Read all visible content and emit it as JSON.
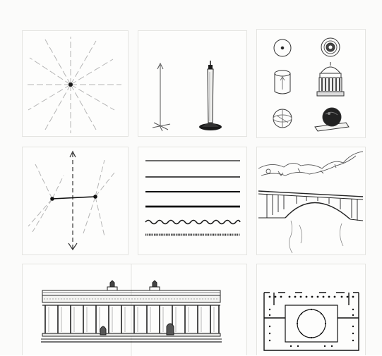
{
  "sheet": {
    "caption": "",
    "panels": [
      {
        "id": "radiating-point"
      },
      {
        "id": "vertical-line-and-column"
      },
      {
        "id": "geometric-solids"
      },
      {
        "id": "two-points-with-axis"
      },
      {
        "id": "line-weights"
      },
      {
        "id": "landscape-with-bridge"
      },
      {
        "id": "building-elevation"
      },
      {
        "id": "floor-plan"
      }
    ]
  },
  "colors": {
    "ink": "#1a1a1a",
    "pencil": "#9a9a9a",
    "paper": "#fdfdfc",
    "panel_border": "#e4e4e1"
  }
}
